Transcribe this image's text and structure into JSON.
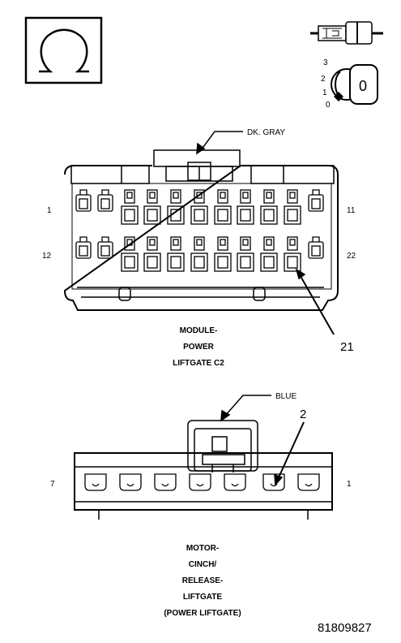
{
  "symbols": {
    "ohm_box": "ohm-symbol-icon",
    "connector_view": "connector-side-view-icon",
    "key_switch": "ignition-key-icon",
    "key_positions": [
      "3",
      "2",
      "1",
      "0"
    ],
    "key_label": "0"
  },
  "connector_c2": {
    "wire_color": "DK. GRAY",
    "pin_labels": {
      "top_left": "1",
      "top_right": "11",
      "bottom_left": "12",
      "bottom_right": "22"
    },
    "callout_pin": "21",
    "name_lines": [
      "MODULE-",
      "POWER",
      "LIFTGATE C2"
    ]
  },
  "connector_motor": {
    "wire_color": "BLUE",
    "pin_labels": {
      "left": "7",
      "right": "1"
    },
    "callout_pin": "2",
    "name_lines": [
      "MOTOR-",
      "CINCH/",
      "RELEASE-",
      "LIFTGATE",
      "(POWER LIFTGATE)"
    ]
  },
  "figure_number": "81809827"
}
